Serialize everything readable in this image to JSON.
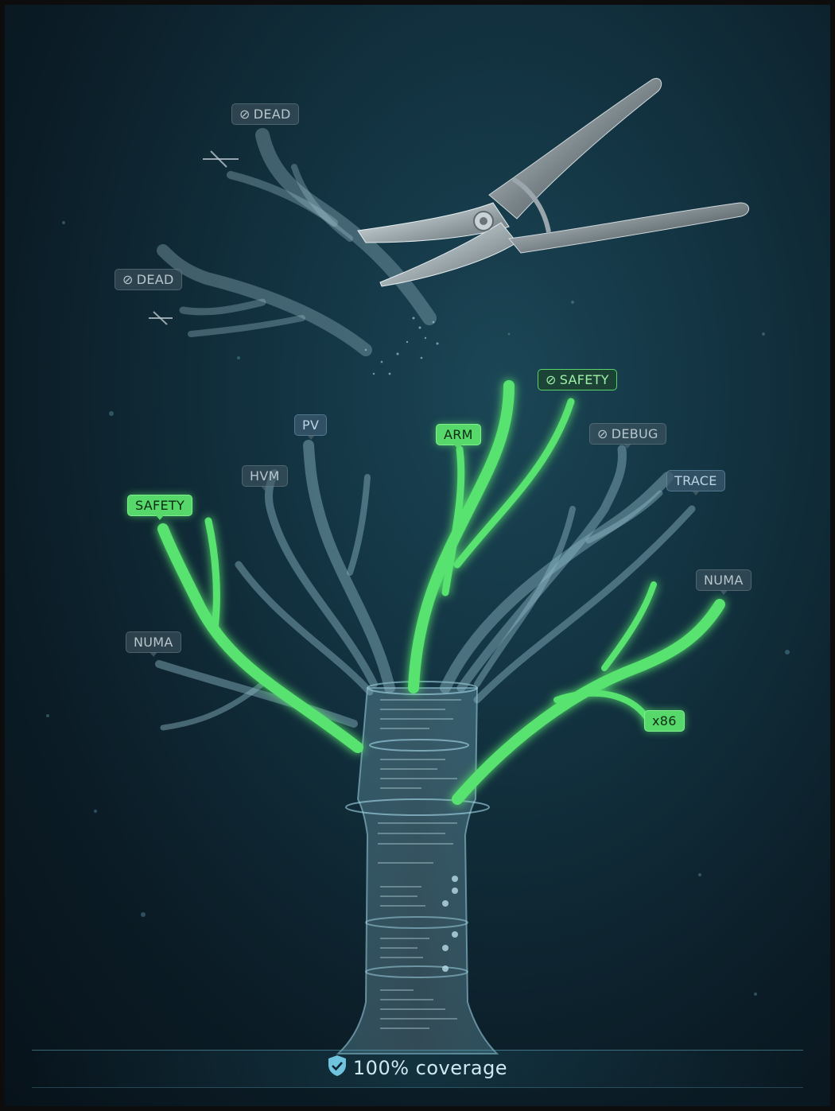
{
  "tags": {
    "dead_top": "DEAD",
    "dead_left": "DEAD",
    "safety_top": "SAFETY",
    "arm": "ARM",
    "pv": "PV",
    "debug": "DEBUG",
    "hvm": "HVM",
    "trace": "TRACE",
    "safety_left": "SAFETY",
    "numa_right": "NUMA",
    "numa_left": "NUMA",
    "x86": "x86"
  },
  "footer": {
    "coverage": "100% coverage"
  },
  "icons": [
    "prohibited-icon",
    "shield-check-icon",
    "pruning-shears-icon"
  ],
  "colors": {
    "background": "#12313f",
    "accent_green": "#57d86b",
    "trunk_blue": "#8fc8dc"
  }
}
